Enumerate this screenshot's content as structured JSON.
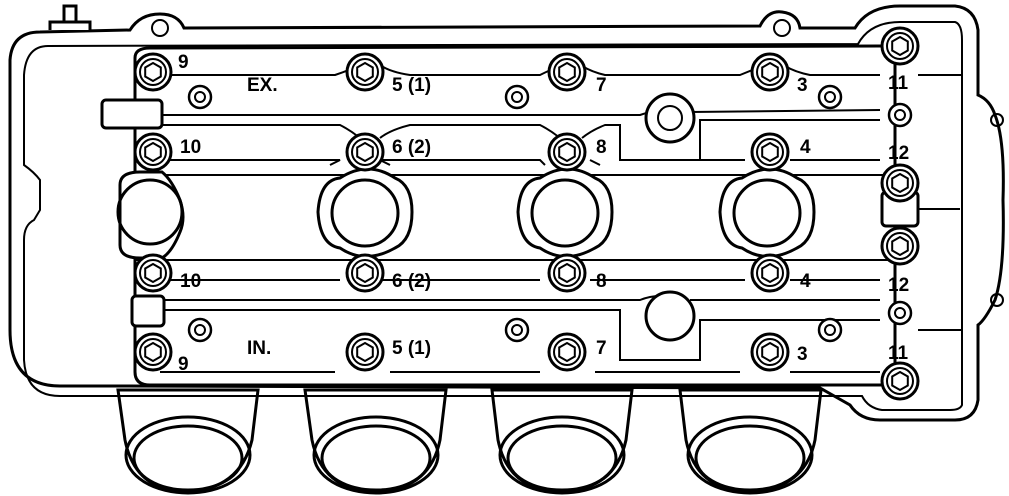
{
  "side_labels": {
    "exhaust": "EX.",
    "intake": "IN."
  },
  "bolt_labels": {
    "ex_9": "9",
    "ex_5": "5 (1)",
    "ex_7": "7",
    "ex_3": "3",
    "ex_11": "11",
    "ex_10": "10",
    "ex_6": "6 (2)",
    "ex_8": "8",
    "ex_4": "4",
    "ex_12": "12",
    "in_10": "10",
    "in_6": "6 (2)",
    "in_8": "8",
    "in_4": "4",
    "in_12": "12",
    "in_9": "9",
    "in_5": "5 (1)",
    "in_7": "7",
    "in_3": "3",
    "in_11": "11"
  },
  "colors": {
    "line": "#000000",
    "background": "#ffffff"
  }
}
